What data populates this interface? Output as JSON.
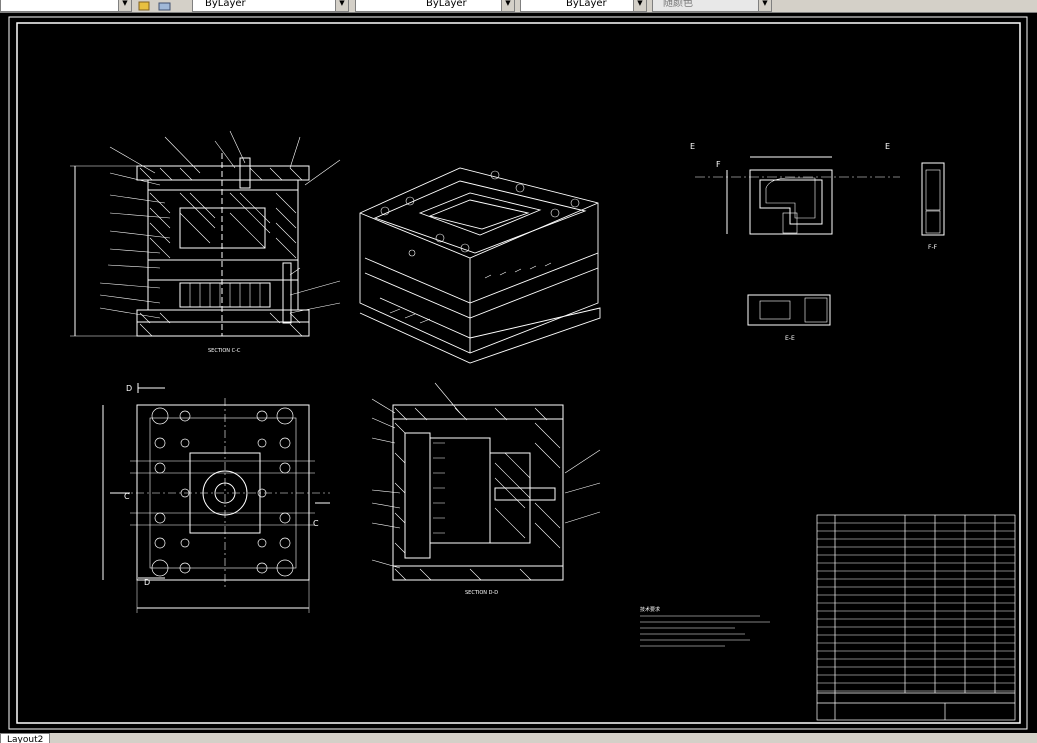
{
  "toolbar": {
    "layer_combo_1": "ByLayer",
    "linetype_combo": "ByLayer",
    "lineweight_combo": "ByLayer",
    "plotstyle_combo": "随颜色"
  },
  "drawing": {
    "section_cc": "SECTION C-C",
    "section_dd": "SECTION D-D",
    "view_ff": "F-F",
    "view_ee": "E-E",
    "cut_c": "C",
    "cut_d": "D",
    "cut_e": "E",
    "cut_f": "F",
    "notes_title": "技术要求"
  },
  "tabs": {
    "layout": "Layout2"
  },
  "colors": {
    "background": "#000000",
    "line": "#ffffff",
    "accent": "#ffffff"
  }
}
